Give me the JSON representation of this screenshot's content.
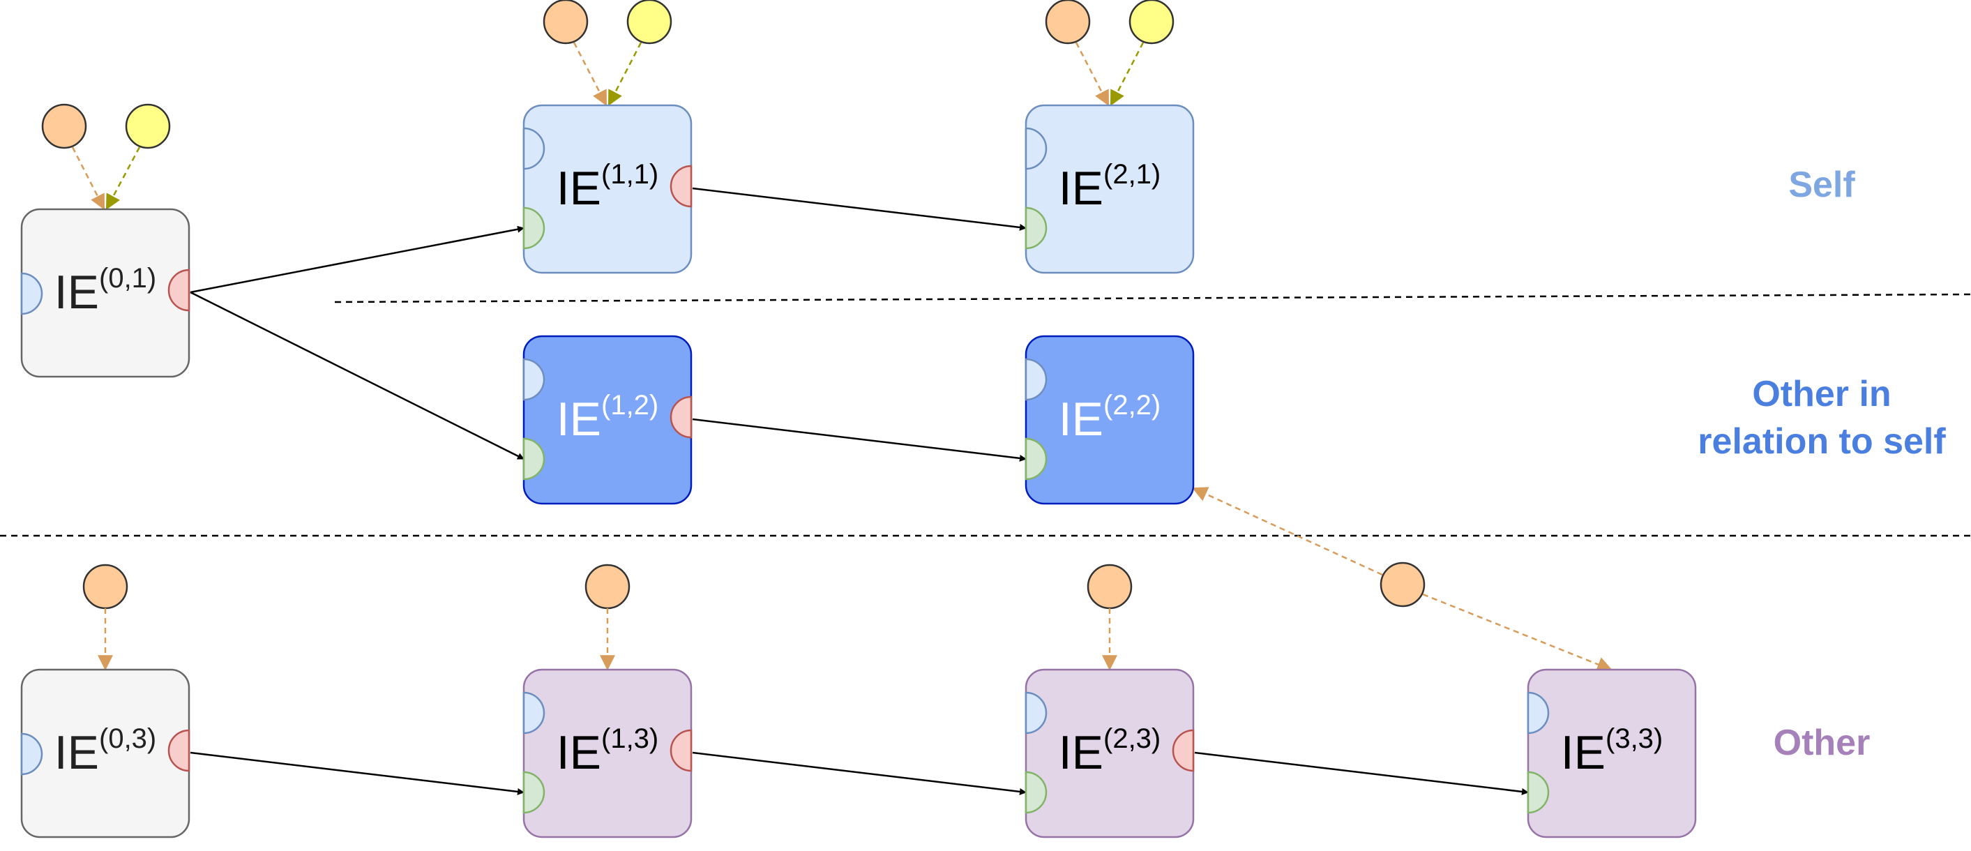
{
  "colors": {
    "self_fill": "#dae8fc",
    "self_stroke": "#6c8ebf",
    "other_rel_fill": "#7ea6f8",
    "other_rel_stroke": "#001dbc",
    "other_fill": "#e1d5e7",
    "other_stroke": "#9673a6",
    "neutral_fill": "#f5f5f5",
    "neutral_stroke": "#666666",
    "port_blue_fill": "#dae8fc",
    "port_blue_stroke": "#6c8ebf",
    "port_green_fill": "#d5e8d4",
    "port_green_stroke": "#82b366",
    "port_red_fill": "#f8cecc",
    "port_red_stroke": "#b85450",
    "orange_fill": "#ffcc99",
    "yellow_fill": "#ffff88",
    "orange_arrow": "#d79b5a",
    "yellow_arrow": "#999900",
    "label_self": "#7ea6e0",
    "label_other_rel": "#4a7fe0",
    "label_other": "#a680b8"
  },
  "rows": {
    "self": "Self",
    "other_rel_line1": "Other in",
    "other_rel_line2": "relation to self",
    "other": "Other"
  },
  "nodes": [
    {
      "id": "n01",
      "base": "IE",
      "sup": "(0,1)",
      "style": "neutral"
    },
    {
      "id": "n11",
      "base": "IE",
      "sup": "(1,1)",
      "style": "self"
    },
    {
      "id": "n21",
      "base": "IE",
      "sup": "(2,1)",
      "style": "self"
    },
    {
      "id": "n12",
      "base": "IE",
      "sup": "(1,2)",
      "style": "other_rel"
    },
    {
      "id": "n22",
      "base": "IE",
      "sup": "(2,2)",
      "style": "other_rel"
    },
    {
      "id": "n03",
      "base": "IE",
      "sup": "(0,3)",
      "style": "neutral"
    },
    {
      "id": "n13",
      "base": "IE",
      "sup": "(1,3)",
      "style": "other"
    },
    {
      "id": "n23",
      "base": "IE",
      "sup": "(2,3)",
      "style": "other"
    },
    {
      "id": "n33",
      "base": "IE",
      "sup": "(3,3)",
      "style": "other"
    }
  ],
  "edges": [
    {
      "from": "n01",
      "to": "n11"
    },
    {
      "from": "n01",
      "to": "n12"
    },
    {
      "from": "n11",
      "to": "n21"
    },
    {
      "from": "n12",
      "to": "n22"
    },
    {
      "from": "n03",
      "to": "n13"
    },
    {
      "from": "n13",
      "to": "n23"
    },
    {
      "from": "n23",
      "to": "n33"
    }
  ]
}
